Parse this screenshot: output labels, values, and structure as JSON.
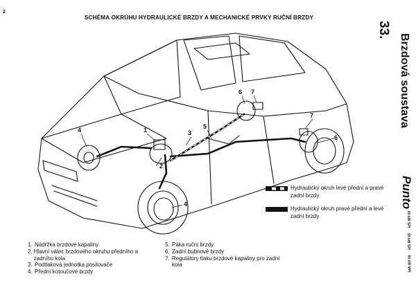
{
  "page_number": "2",
  "title": "SCHÉMA OKRUHU HYDRAULICKÉ BRZDY A MECHANICKÉ PRVKY RUČNÍ BRZDY",
  "section_number": "33.",
  "section_title": "Brzdová soustava",
  "model": "Punto",
  "engine_badges": [
    {
      "label": "60 kW SPI"
    },
    {
      "label": "55 kW SPI"
    },
    {
      "label": "60 kW MPI"
    }
  ],
  "callouts": [
    "1",
    "2",
    "3",
    "4",
    "5",
    "6",
    "7",
    "4",
    "6",
    "7"
  ],
  "legend": [
    {
      "text": "Hydraulický okruh levé přední a pravé zadní brzdy",
      "style": "dashed"
    },
    {
      "text": "Hydraulický okruh pravé přední a levé zadní brzdy",
      "style": "solid"
    }
  ],
  "parts_left": [
    {
      "num": "1.",
      "text": "Nádržka brzdové kapaliny"
    },
    {
      "num": "2.",
      "text": "Hlavní válec brzdového okruhu předního a zadního kola"
    },
    {
      "num": "3.",
      "text": "Podtlaková jednotka posilovače"
    },
    {
      "num": "4.",
      "text": "Přední kotoučové brzdy"
    }
  ],
  "parts_right": [
    {
      "num": "5.",
      "text": "Páka ruční brzdy"
    },
    {
      "num": "6.",
      "text": "Zadní bubnové brzdy"
    },
    {
      "num": "7.",
      "text": "Regulátory tlaku brzdové kapaliny pro zadní kola"
    }
  ],
  "colors": {
    "ink": "#111111",
    "paper": "#ffffff"
  }
}
